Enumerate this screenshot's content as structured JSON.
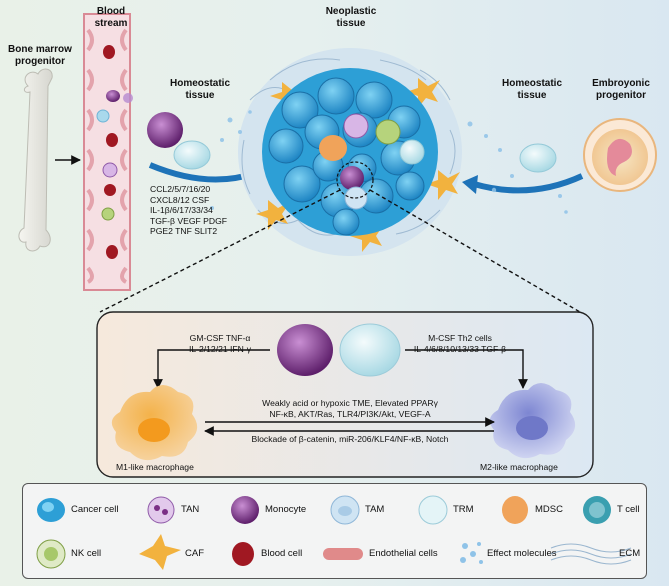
{
  "labels": {
    "bone_marrow": "Bone marrow progenitor",
    "blood_stream": "Blood stream",
    "homeostatic_left": "Homeostatic tissue",
    "neoplastic": "Neoplastic tissue",
    "homeostatic_right": "Homeostatic tissue",
    "embryonic": "Embroyonic progenitor",
    "cytokines": [
      "CCL2/5/7/16/20",
      "CXCL8/12  CSF",
      "IL-1β/6/17/33/34",
      "TGF-β VEGF PDGF",
      "PGE2 TNF SLIT2"
    ]
  },
  "panel": {
    "m1_inducers": [
      "GM-CSF TNF-α",
      "IL-2/12/21 IFN-γ"
    ],
    "m2_inducers": [
      "M-CSF Th2 cells",
      "IL-4/6/8/10/13/33 TGF-β"
    ],
    "to_m2": [
      "Weakly acid or hypoxic TME, Elevated  PPARγ",
      "NF-κB, AKT/Ras, TLR4/PI3K/Akt, VEGF-A"
    ],
    "to_m1": "Blockade of β-catenin, miR-206/KLF4/NF-κB, Notch",
    "m1_label": "M1-like macrophage",
    "m2_label": "M2-like macrophage"
  },
  "legend": [
    {
      "label": "Cancer cell",
      "icon": "cancer-cell-icon",
      "color": "#2d9fd6"
    },
    {
      "label": "TAN",
      "icon": "tan-icon",
      "color": "#c9a3d8"
    },
    {
      "label": "Monocyte",
      "icon": "monocyte-icon",
      "color": "#7b2f86"
    },
    {
      "label": "TAM",
      "icon": "tam-icon",
      "color": "#a9cbe6"
    },
    {
      "label": "TRM",
      "icon": "trm-icon",
      "color": "#bfe3ea"
    },
    {
      "label": "MDSC",
      "icon": "mdsc-icon",
      "color": "#f0a35a"
    },
    {
      "label": "T cell",
      "icon": "t-cell-icon",
      "color": "#3a9fb0"
    },
    {
      "label": "NK cell",
      "icon": "nk-cell-icon",
      "color": "#a7c86a"
    },
    {
      "label": "CAF",
      "icon": "caf-icon",
      "color": "#f2b23e"
    },
    {
      "label": "Blood cell",
      "icon": "blood-cell-icon",
      "color": "#a01822"
    },
    {
      "label": "Endothelial cells",
      "icon": "endothelial-icon",
      "color": "#e08a8a"
    },
    {
      "label": "Effect molecules",
      "icon": "effect-molecules-icon",
      "color": "#8fc3e8"
    },
    {
      "label": "ECM",
      "icon": "ecm-icon",
      "color": "#9ab6cf"
    }
  ]
}
